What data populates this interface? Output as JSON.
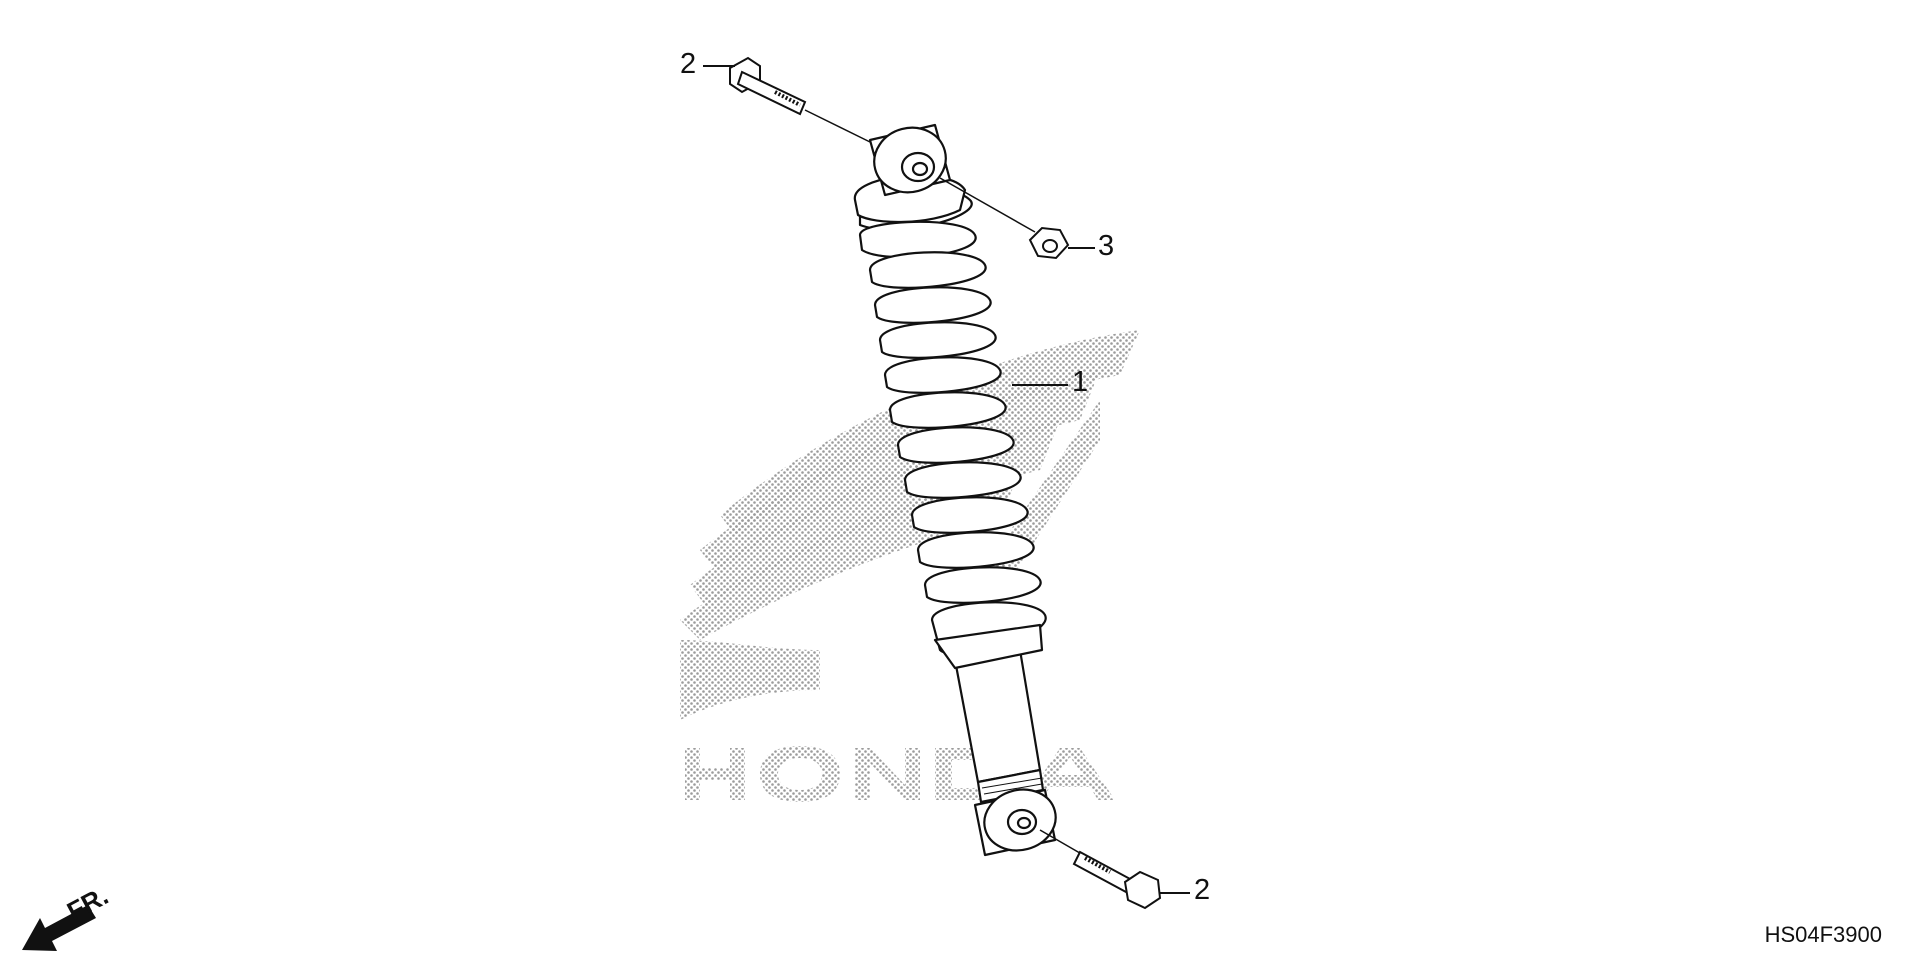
{
  "diagram": {
    "callouts": [
      {
        "id": "c2-top",
        "label": "2"
      },
      {
        "id": "c3",
        "label": "3"
      },
      {
        "id": "c1",
        "label": "1"
      },
      {
        "id": "c2-bottom",
        "label": "2"
      }
    ],
    "direction_label": "FR.",
    "figure_code": "HS04F3900",
    "watermark_text": "HONDA"
  },
  "colors": {
    "line": "#111111",
    "watermark_dot": "#9a9a9a",
    "background": "#ffffff"
  }
}
